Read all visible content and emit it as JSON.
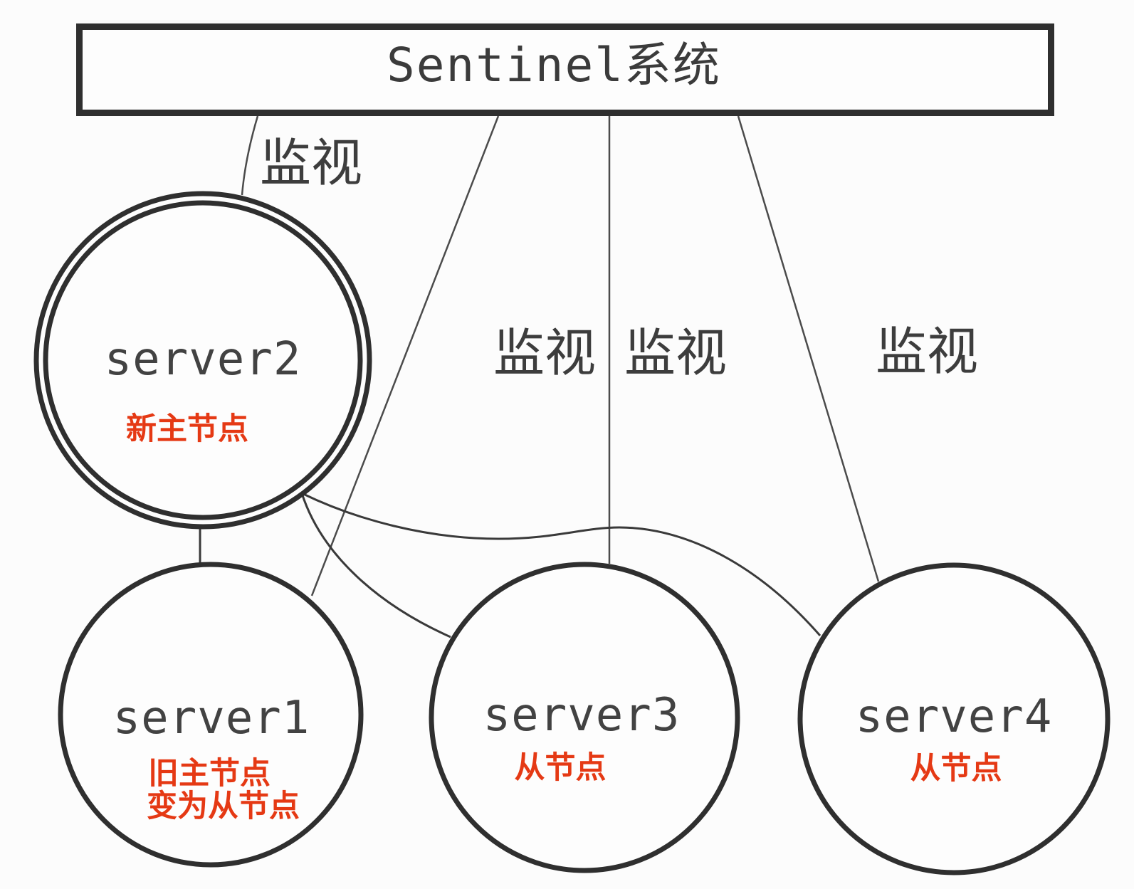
{
  "colors": {
    "annotation_red": "#e53914",
    "outline_dark": "#2f2f2f",
    "thin_line": "#4b4b4b",
    "label_gray": "#3d3d3d"
  },
  "sentinel": {
    "label": "Sentinel系统"
  },
  "monitor_edges": [
    {
      "target": "server2",
      "label": "监视"
    },
    {
      "target": "server1",
      "label": "监视"
    },
    {
      "target": "server3",
      "label": "监视"
    },
    {
      "target": "server4",
      "label": "监视"
    }
  ],
  "replication_edges": [
    {
      "from": "server2",
      "to": "server1"
    },
    {
      "from": "server2",
      "to": "server3"
    },
    {
      "from": "server2",
      "to": "server4"
    }
  ],
  "nodes": [
    {
      "id": "server2",
      "name": "server2",
      "annotation": "新主节点"
    },
    {
      "id": "server1",
      "name": "server1",
      "annotation_lines": [
        "旧主节点",
        "变为从节点"
      ]
    },
    {
      "id": "server3",
      "name": "server3",
      "annotation": "从节点"
    },
    {
      "id": "server4",
      "name": "server4",
      "annotation": "从节点"
    }
  ]
}
